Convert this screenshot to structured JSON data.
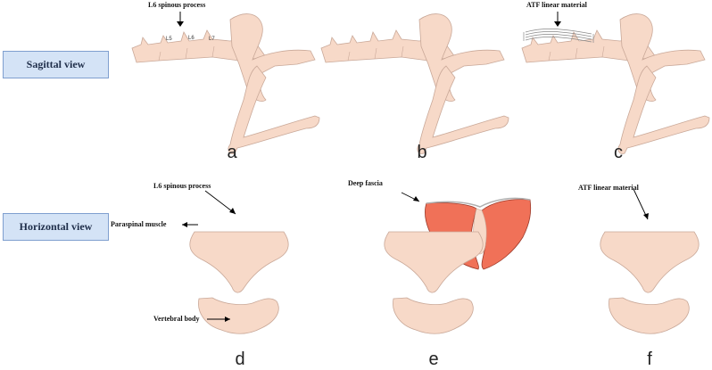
{
  "views": {
    "sagittal": "Sagittal view",
    "horizontal": "Horizontal view"
  },
  "panels": [
    "a",
    "b",
    "c",
    "d",
    "e",
    "f"
  ],
  "annotations": {
    "l6_spinous_top": "L6 spinous process",
    "atf_top": "ATF linear material",
    "l6_spinous_bottom": "L6 spinous process",
    "paraspinal": "Paraspinal muscle",
    "vertebral_body": "Vertebral body",
    "deep_fascia": "Deep fascia",
    "atf_bottom": "ATF linear material"
  },
  "vertebra_labels": [
    "L5",
    "L6",
    "L7"
  ],
  "colors": {
    "bone": "#f7d9c8",
    "bone_stroke": "#c9a898",
    "muscle": "#f07158",
    "muscle_stroke": "#9c3a2a",
    "view_box": "#d4e3f6",
    "material": "#cfcfcf"
  }
}
